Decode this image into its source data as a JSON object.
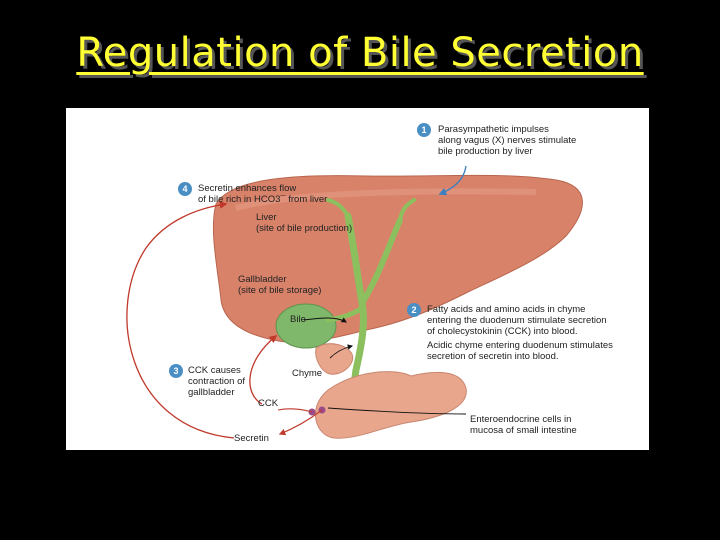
{
  "title": "Regulation of Bile Secretion",
  "steps": [
    {
      "number": "1",
      "lines": [
        "Parasympathetic impulses",
        "along vagus (X) nerves stimulate",
        "bile production by liver"
      ]
    },
    {
      "number": "2",
      "lines": [
        "Fatty acids and amino acids in chyme",
        "entering the duodenum stimulate secretion",
        "of cholecystokinin (CCK) into blood."
      ],
      "extra_lines": [
        "Acidic chyme entering duodenum stimulates",
        "secretion of secretin into blood."
      ]
    },
    {
      "number": "3",
      "lines": [
        "CCK causes",
        "contraction of",
        "gallbladder"
      ]
    },
    {
      "number": "4",
      "lines": [
        "Secretin enhances flow",
        "of bile rich in HCO3¯ from liver"
      ]
    }
  ],
  "labels": {
    "liver": [
      "Liver",
      "(site of bile production)"
    ],
    "gallbladder": [
      "Gallbladder",
      "(site of bile storage)"
    ],
    "bile": "Bile",
    "chyme": "Chyme",
    "cck": "CCK",
    "secretin": "Secretin",
    "enteroendocrine": [
      "Enteroendocrine cells in",
      "mucosa of small intestine"
    ]
  },
  "colors": {
    "title": "#ffff33",
    "liver": "#d9826a",
    "gallbladder": "#7fb86a",
    "duct": "#8cbf5e",
    "intestine": "#e8a68c",
    "arrow_red": "#c0392b",
    "arrow_blue": "#3a7fc0",
    "badge": "#4a8fc4"
  }
}
